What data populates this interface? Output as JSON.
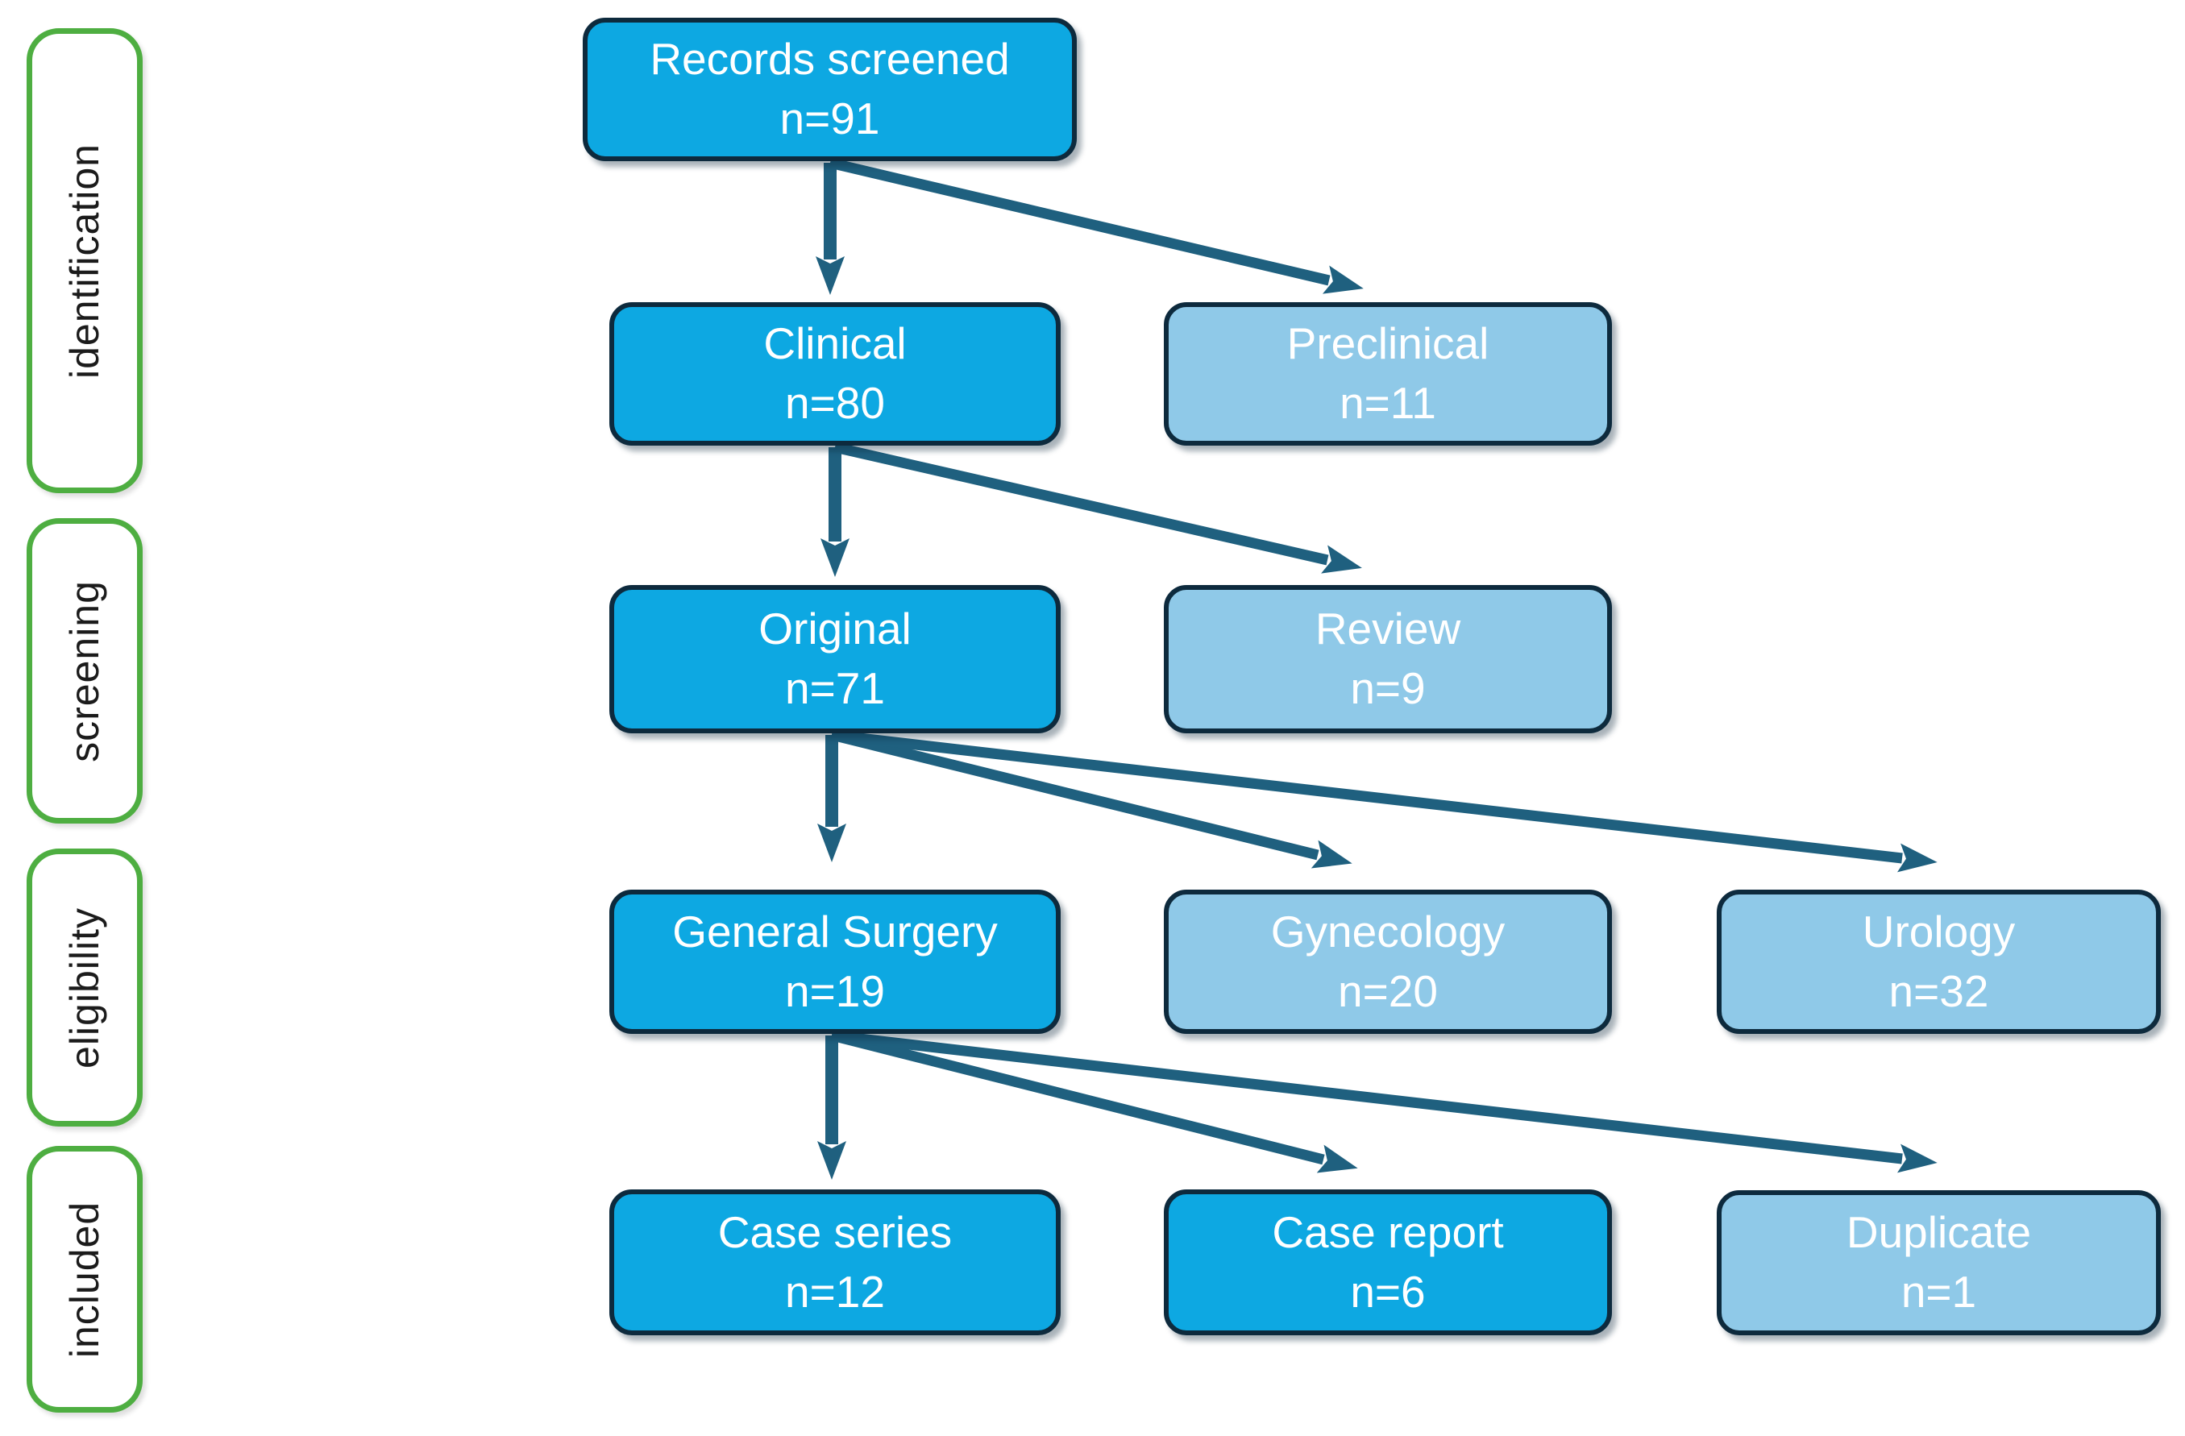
{
  "colors": {
    "primary_fill": "#0DA8E2",
    "secondary_fill": "#8FC9E8",
    "box_border": "#0D2A3D",
    "box_text": "#FFFFFF",
    "arrow": "#1F607F",
    "stage_border": "#4EAE41",
    "stage_fill": "#FFFFFF",
    "stage_text": "#1B1B1B",
    "background": "#FFFFFF"
  },
  "stages": [
    {
      "label": "identification"
    },
    {
      "label": "screening"
    },
    {
      "label": "eligibility"
    },
    {
      "label": "included"
    }
  ],
  "boxes": {
    "records": {
      "label": "Records screened",
      "count": "n=91",
      "variant": "primary"
    },
    "clinical": {
      "label": "Clinical",
      "count": "n=80",
      "variant": "primary"
    },
    "preclinical": {
      "label": "Preclinical",
      "count": "n=11",
      "variant": "secondary"
    },
    "original": {
      "label": "Original",
      "count": "n=71",
      "variant": "primary"
    },
    "review": {
      "label": "Review",
      "count": "n=9",
      "variant": "secondary"
    },
    "general_surgery": {
      "label": "General Surgery",
      "count": "n=19",
      "variant": "primary"
    },
    "gynecology": {
      "label": "Gynecology",
      "count": "n=20",
      "variant": "secondary"
    },
    "urology": {
      "label": "Urology",
      "count": "n=32",
      "variant": "secondary"
    },
    "case_series": {
      "label": "Case series",
      "count": "n=12",
      "variant": "primary"
    },
    "case_report": {
      "label": "Case report",
      "count": "n=6",
      "variant": "primary"
    },
    "duplicate": {
      "label": "Duplicate",
      "count": "n=1",
      "variant": "secondary"
    }
  },
  "edges": [
    {
      "from": "records",
      "to": "clinical"
    },
    {
      "from": "records",
      "to": "preclinical"
    },
    {
      "from": "clinical",
      "to": "original"
    },
    {
      "from": "clinical",
      "to": "review"
    },
    {
      "from": "original",
      "to": "general_surgery"
    },
    {
      "from": "original",
      "to": "gynecology"
    },
    {
      "from": "original",
      "to": "urology"
    },
    {
      "from": "general_surgery",
      "to": "case_series"
    },
    {
      "from": "general_surgery",
      "to": "case_report"
    },
    {
      "from": "general_surgery",
      "to": "duplicate"
    }
  ]
}
